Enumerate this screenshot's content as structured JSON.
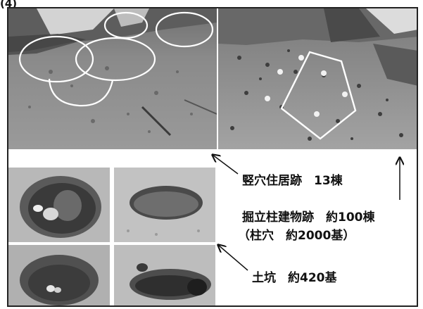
{
  "figure": {
    "label": "(4)"
  },
  "photos": {
    "pit_dwellings_site": "pit-dwelling excavation photo",
    "pillar_building_site": "pillar-building excavation photo",
    "pit_1": "pit photo with pottery",
    "pit_2": "empty oval pit photo",
    "pit_3": "pit photo with small stones",
    "pit_4": "pit photo with niche"
  },
  "captions": {
    "pit_dwellings": "竪穴住居跡　13棟",
    "pillar_buildings": "掘立柱建物跡　約100棟",
    "post_holes": "（柱穴　約2000基）",
    "pits": "土坑　約420基"
  },
  "colors": {
    "ink": "#111111",
    "overlay_line": "#ffffff",
    "frame": "#222222"
  }
}
